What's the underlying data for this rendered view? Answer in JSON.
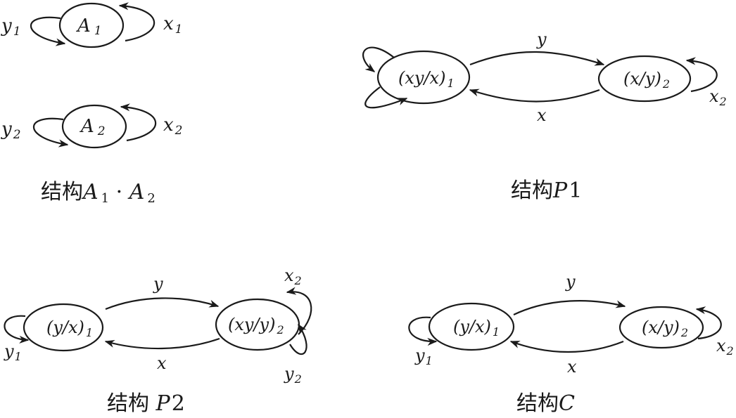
{
  "diagrams": {
    "a1a2": {
      "caption": {
        "prefix": "结构",
        "a": "A",
        "a_sub": "1",
        "dot": " · ",
        "b": "A",
        "b_sub": "2"
      },
      "node1": {
        "main": "A",
        "sub": "1"
      },
      "node2": {
        "main": "A",
        "sub": "2"
      },
      "y1": {
        "main": "y",
        "sub": "1"
      },
      "x1": {
        "main": "x",
        "sub": "1"
      },
      "y2": {
        "main": "y",
        "sub": "2"
      },
      "x2": {
        "main": "x",
        "sub": "2"
      }
    },
    "p1": {
      "caption": {
        "prefix": "结构",
        "name": "P",
        "num": "1"
      },
      "left_node": {
        "main": "(xy/x)",
        "sub": "1"
      },
      "right_node": {
        "main": "(x/y)",
        "sub": "2"
      },
      "top_edge": "y",
      "bottom_edge": "x",
      "right_loop": {
        "main": "x",
        "sub": "2"
      }
    },
    "p2": {
      "caption": {
        "prefix": "结构 ",
        "name": "P",
        "num": "2"
      },
      "left_node": {
        "main": "(y/x)",
        "sub": "1"
      },
      "right_node": {
        "main": "(xy/y)",
        "sub": "2"
      },
      "top_edge": "y",
      "bottom_edge": "x",
      "left_loop": {
        "main": "y",
        "sub": "1"
      },
      "right_top_loop": {
        "main": "x",
        "sub": "2"
      },
      "right_bottom_loop": {
        "main": "y",
        "sub": "2"
      }
    },
    "c": {
      "caption": {
        "prefix": "结构",
        "name": "C"
      },
      "left_node": {
        "main": "(y/x)",
        "sub": "1"
      },
      "right_node": {
        "main": "(x/y)",
        "sub": "2"
      },
      "top_edge": "y",
      "bottom_edge": "x",
      "left_loop": {
        "main": "y",
        "sub": "1"
      },
      "right_loop": {
        "main": "x",
        "sub": "2"
      }
    }
  }
}
